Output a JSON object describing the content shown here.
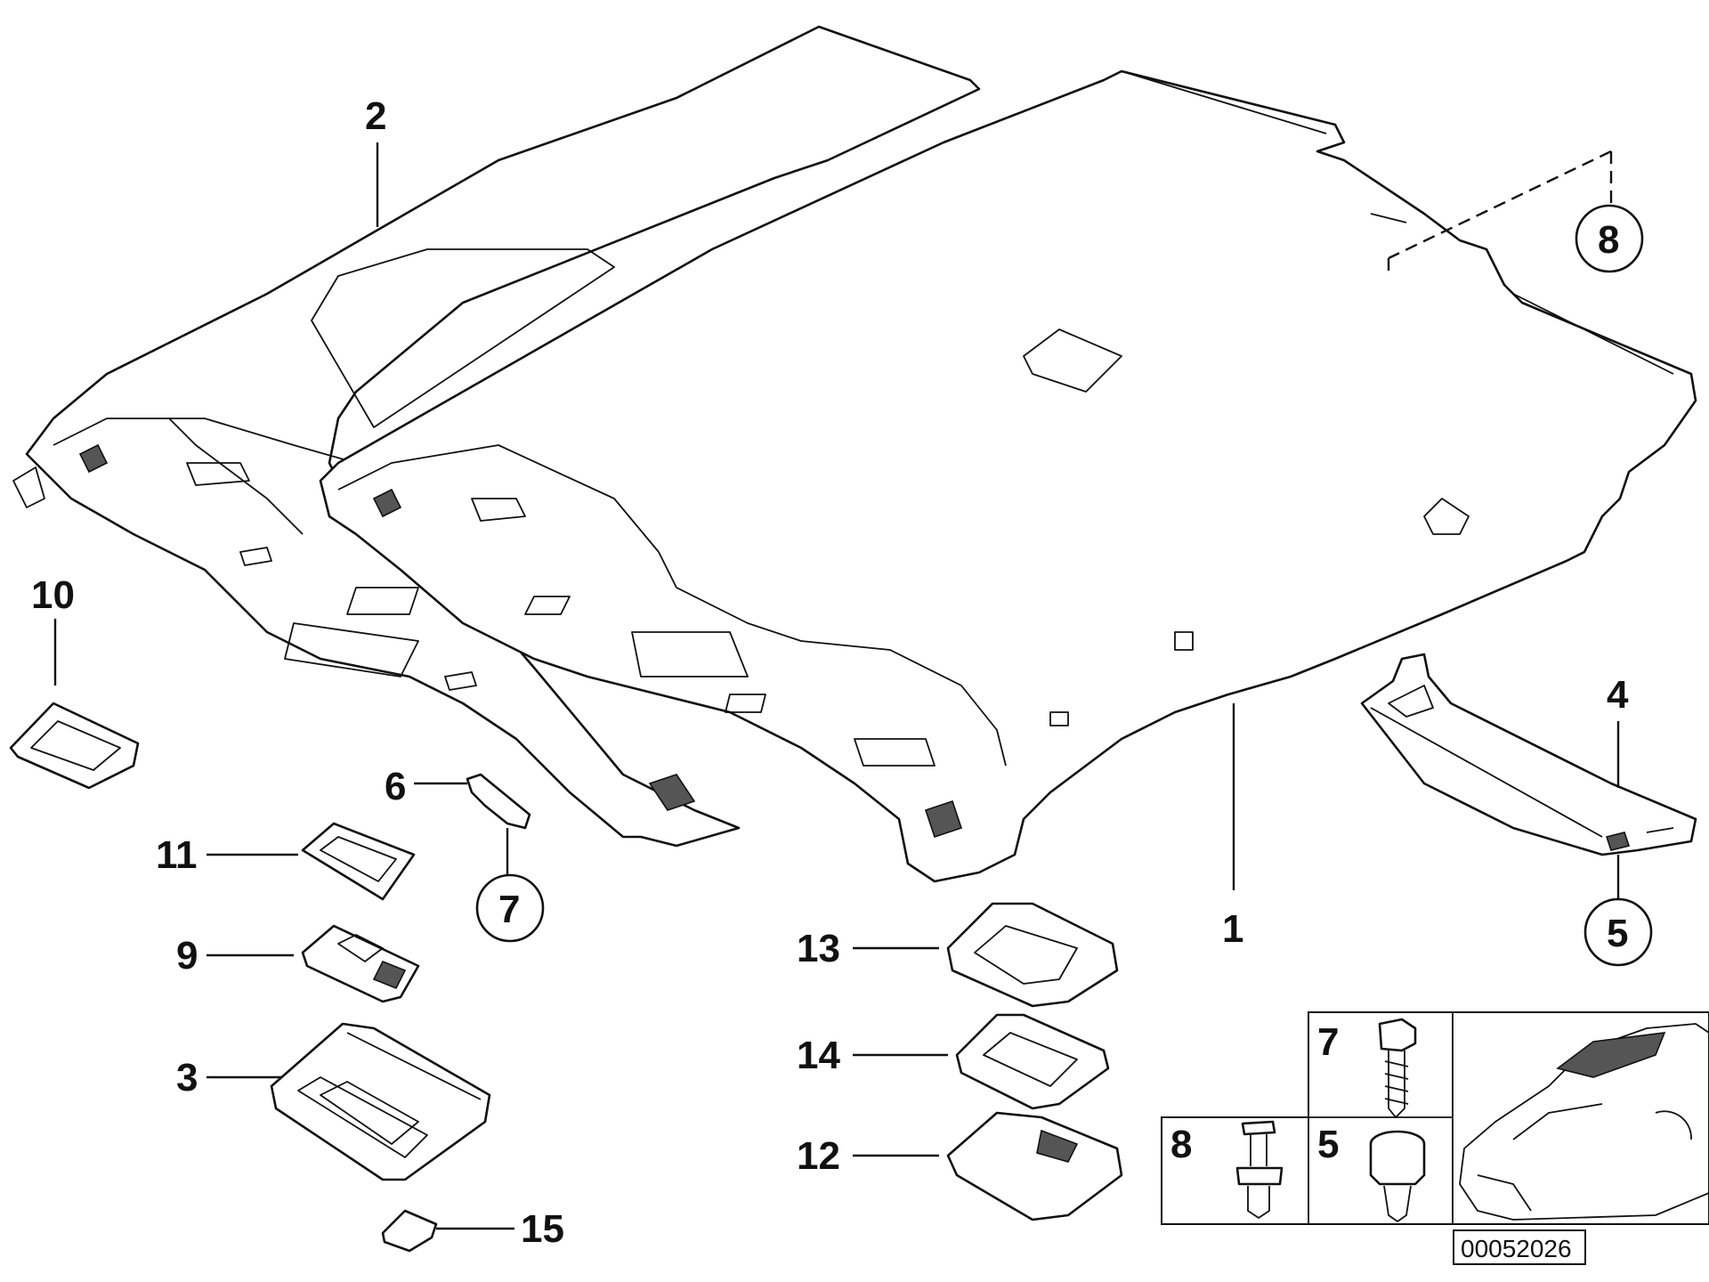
{
  "labels": {
    "p1": "1",
    "p2": "2",
    "p3": "3",
    "p4": "4",
    "p5": "5",
    "p6": "6",
    "p7": "7",
    "p8": "8",
    "p9": "9",
    "p10": "10",
    "p11": "11",
    "p12": "12",
    "p13": "13",
    "p14": "14",
    "p15": "15",
    "box_7": "7",
    "box_8": "8",
    "box_5": "5"
  },
  "reference_number": "00052026"
}
